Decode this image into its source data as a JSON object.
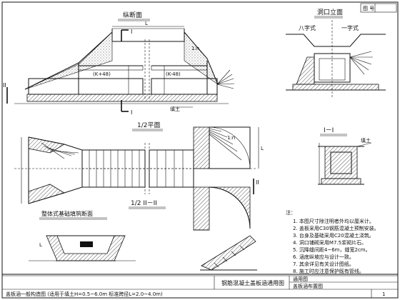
{
  "title_block": {
    "sheet_no_label": "图 号",
    "drawing_title": "钢筋混凝土盖板涵通用图",
    "sub_title_1": "通用图",
    "sub_title_2": "盖板涵布置图",
    "bottom_strip": "盖板涵一般构造图 (适用于填土H=0.5~6.0m 标准跨径L=2.0~4.0m)",
    "page_index": "1"
  },
  "views": {
    "longitudinal_section": "纵断面",
    "inlet_elevation": "洞口立面",
    "inlet_type_a": "八字式",
    "inlet_type_b": "一字式",
    "half_plan": "1/2平面",
    "half_section_2": "1/2 II－II",
    "section_1": "I－I",
    "wingwall_section": "整体式基础填筑断面"
  },
  "markers": {
    "cut_1": "I",
    "cut_2": "II",
    "slope_tag": "1:n",
    "fill_top": "填土",
    "notes_heading": "注：",
    "elev_left": "(K+48)",
    "elev_right": "(K-48)",
    "dim_l": "L"
  },
  "notes": [
    "1. 本图尺寸除注明者外均以厘米计。",
    "2. 盖板采用C30钢筋混凝土预制安装。",
    "3. 台身及基础采用C20混凝土浇筑。",
    "4. 洞口铺砌采用M7.5浆砌片石。",
    "5. 沉降缝间距4~6m，缝宽2cm。",
    "6. 涵底纵坡应与设计一致。",
    "7. 其余详见有关设计图纸。",
    "8. 施工时应注意保护既有管线。"
  ]
}
